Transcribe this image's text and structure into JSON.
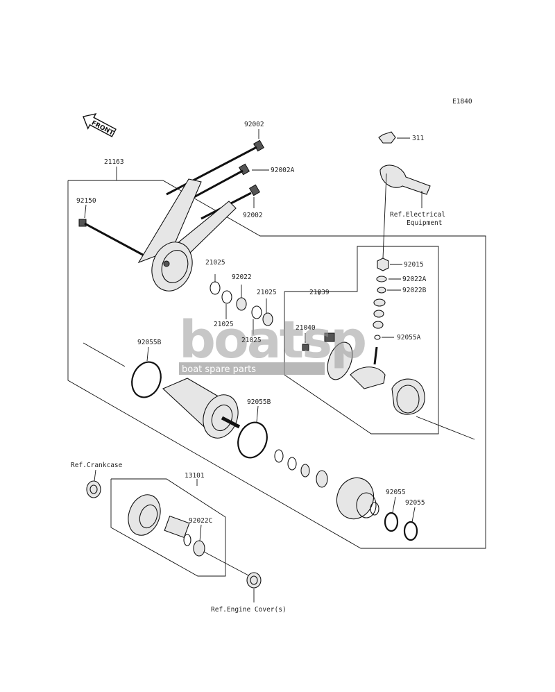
{
  "diagram_code": "E1840",
  "front_label": "FRONT",
  "part_labels": {
    "p21163": "21163",
    "p92002_top": "92002",
    "p92002A": "92002A",
    "p92002_mid": "92002",
    "p92150": "92150",
    "p311": "311",
    "p21025_a": "21025",
    "p92022": "92022",
    "p21025_b": "21025",
    "p21025_c": "21025",
    "p21025_d": "21025",
    "p21039": "21039",
    "p21040": "21040",
    "p92015": "92015",
    "p92022A": "92022A",
    "p92022B": "92022B",
    "p92055A": "92055A",
    "p92055B_a": "92055B",
    "p92055B_b": "92055B",
    "p13101": "13101",
    "p92022C": "92022C",
    "p92055_a": "92055",
    "p92055_b": "92055"
  },
  "references": {
    "electrical_line1": "Ref.Electrical",
    "electrical_line2": "Equipment",
    "crankcase": "Ref.Crankcase",
    "engine_cover": "Ref.Engine Cover(s)"
  },
  "watermark": {
    "logo_text": "boatsp",
    "tagline": "boat spare parts",
    "color": "#9a9a9a"
  }
}
